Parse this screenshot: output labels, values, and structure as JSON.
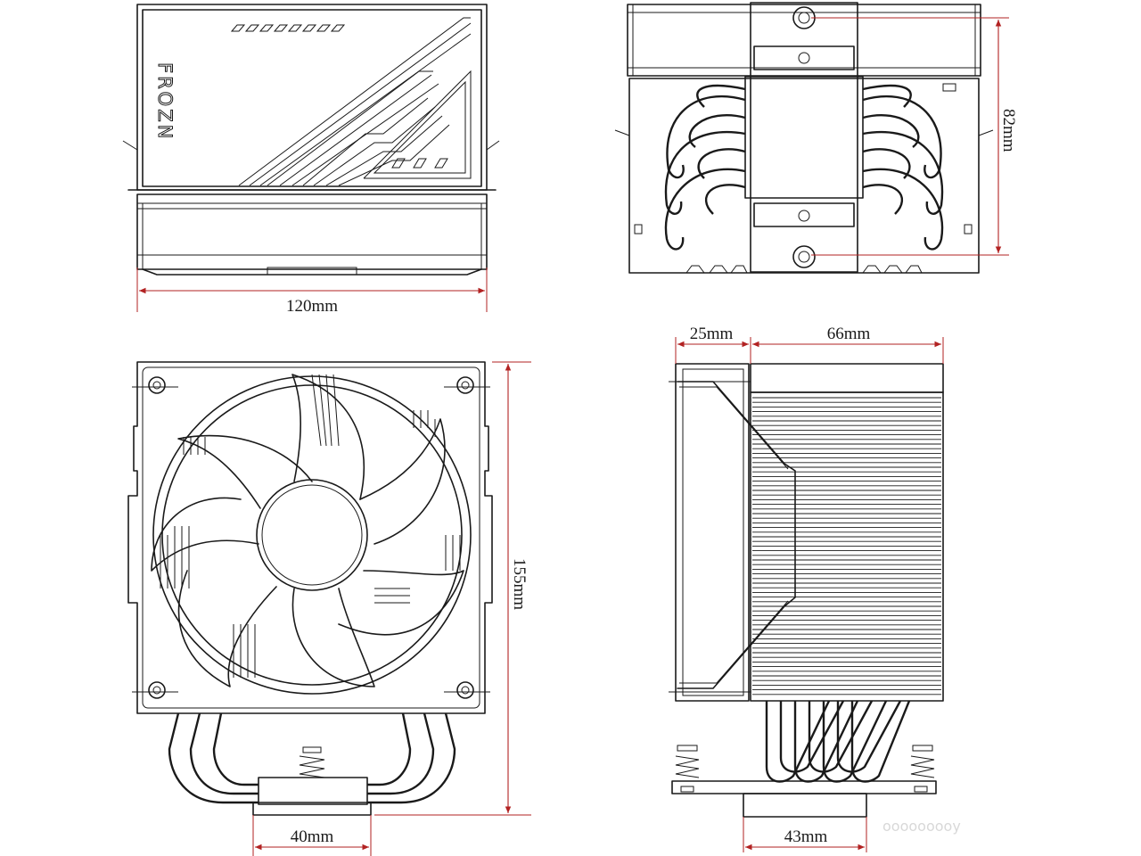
{
  "brand_logo": "FROZN",
  "dimensions": {
    "top_view_width": "120mm",
    "top_view_height": "82mm",
    "front_view_height": "155mm",
    "front_base_width": "40mm",
    "side_fan_depth": "25mm",
    "side_heatsink_depth": "66mm",
    "side_base_width": "43mm"
  },
  "watermark": "ooooooooy",
  "colors": {
    "line": "#1a1a1a",
    "dimension": "#b22222"
  }
}
